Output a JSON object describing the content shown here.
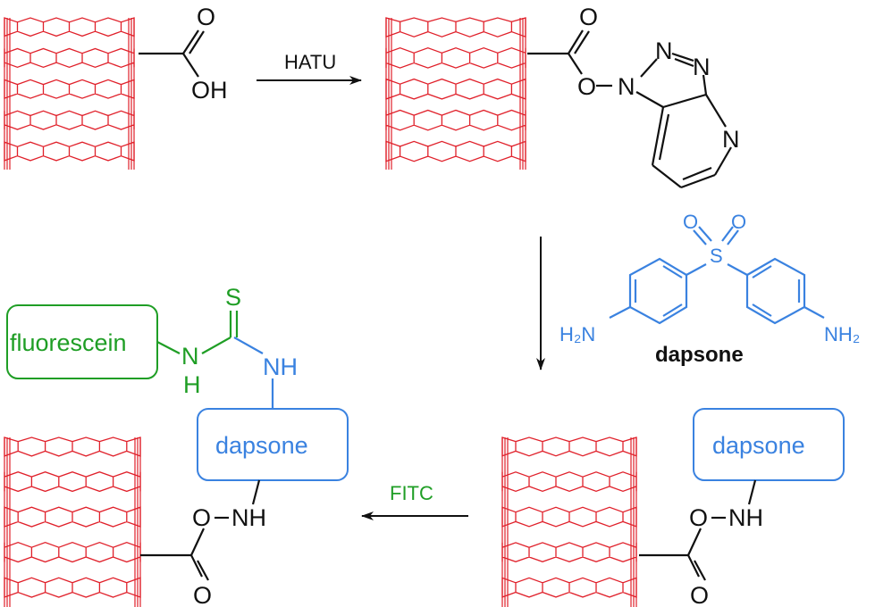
{
  "colors": {
    "nanotube": "#e0202a",
    "dapsone": "#3a82e0",
    "fitc": "#1f9e25",
    "ink": "#111111"
  },
  "step1": {
    "reagent": "HATU",
    "acid_O": "O",
    "acid_OH": "OH"
  },
  "step2": {
    "ester_O_double": "O",
    "ester_O_single": "O",
    "triazole_N1": "N",
    "triazole_N2": "N",
    "triazole_N3": "N",
    "pyridine_N": "N"
  },
  "dapsone_reagent": {
    "O_left": "O",
    "O_right": "O",
    "S": "S",
    "amine_left": "H₂N",
    "amine_right": "NH₂",
    "name": "dapsone"
  },
  "step3": {
    "box_label": "dapsone",
    "O_link": "O",
    "NH": "NH",
    "carbonyl_O": "O"
  },
  "step4": {
    "reagent": "FITC",
    "fluorescein_label": "fluorescein",
    "thio_S": "S",
    "thio_NH_left_N": "N",
    "thio_NH_left_H": "H",
    "thio_NH_right": "NH",
    "box_label": "dapsone",
    "O_link": "O",
    "NH": "NH",
    "carbonyl_O": "O"
  }
}
